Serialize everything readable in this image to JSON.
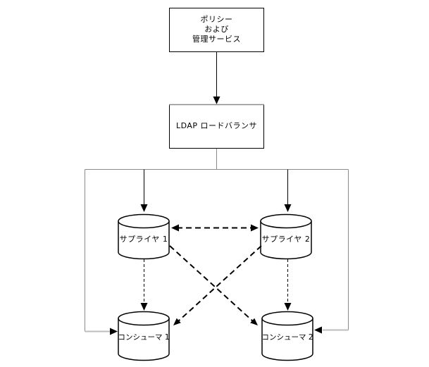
{
  "diagram": {
    "nodes": {
      "policy": {
        "line1": "ポリシー",
        "line2": "および",
        "line3": "管理サービス"
      },
      "load_balancer": {
        "label": "LDAP ロードバランサ"
      },
      "supplier1": {
        "label": "サプライヤ 1"
      },
      "supplier2": {
        "label": "サプライヤ 2"
      },
      "consumer1": {
        "label": "コンシューマ 1"
      },
      "consumer2": {
        "label": "コンシューマ 2"
      }
    },
    "edges": [
      {
        "from": "policy",
        "to": "load_balancer",
        "style": "solid-arrow"
      },
      {
        "from": "load_balancer",
        "to": "supplier1",
        "style": "solid-arrow"
      },
      {
        "from": "load_balancer",
        "to": "supplier2",
        "style": "solid-arrow"
      },
      {
        "from": "load_balancer",
        "to": "consumer1",
        "style": "solid-arrow-via-outer-frame"
      },
      {
        "from": "load_balancer",
        "to": "consumer2",
        "style": "solid-arrow-via-outer-frame"
      },
      {
        "from": "supplier1",
        "to": "supplier2",
        "style": "dashed-double-headed-arrow"
      },
      {
        "from": "supplier1",
        "to": "consumer1",
        "style": "thin-dashed-arrow"
      },
      {
        "from": "supplier1",
        "to": "consumer2",
        "style": "thick-dashed-arrow"
      },
      {
        "from": "supplier2",
        "to": "consumer1",
        "style": "thick-dashed-arrow"
      },
      {
        "from": "supplier2",
        "to": "consumer2",
        "style": "thin-dashed-arrow"
      }
    ],
    "colors": {
      "stroke": "#000000",
      "frame_line": "#8a8a8a",
      "consumer_stub_line": "#bdbdbd",
      "background": "#ffffff"
    }
  }
}
